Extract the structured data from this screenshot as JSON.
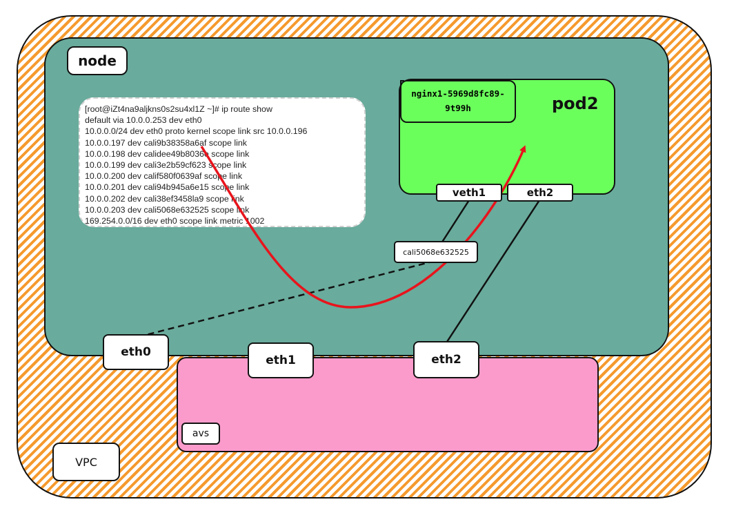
{
  "vpc": {
    "label": "VPC",
    "fill_color": "#f59a2e"
  },
  "node": {
    "label": "node",
    "fill_color": "#69ab9c"
  },
  "avs": {
    "label": "avs",
    "fill_color": "#fb9bcb"
  },
  "pod2": {
    "label": "pod2",
    "fill_color": "#6bff5c",
    "container_label": [
      "nginx1-5969d8fc89-",
      "9t99h"
    ],
    "veth_label": "veth1",
    "eth_label": "eth2"
  },
  "node_interfaces": {
    "eth0": "eth0"
  },
  "avs_interfaces": {
    "eth1": "eth1",
    "eth2": "eth2"
  },
  "cali_interface": "cali5068e632525",
  "route_table": {
    "lines": [
      "[root@iZt4na9aljkns0s2su4xl1Z ~]# ip route show",
      "default via 10.0.0.253 dev eth0",
      "10.0.0.0/24 dev eth0 proto kernel scope link src 10.0.0.196",
      "10.0.0.197 dev cali9b38358a6af scope link",
      "10.0.0.198 dev calidee49b8036e scope link",
      "10.0.0.199 dev cali3e2b59cf623 scope link",
      "10.0.0.200 dev calif580f0639af scope link",
      "10.0.0.201 dev cali94b945a6e15 scope link",
      "10.0.0.202 dev cali38ef3458la9 scope link",
      "10.0.0.203 dev cali5068e632525 scope link",
      "169.254.0.0/16 dev eth0 scope link metric 1002"
    ]
  },
  "arrow_color": "#e8141c"
}
